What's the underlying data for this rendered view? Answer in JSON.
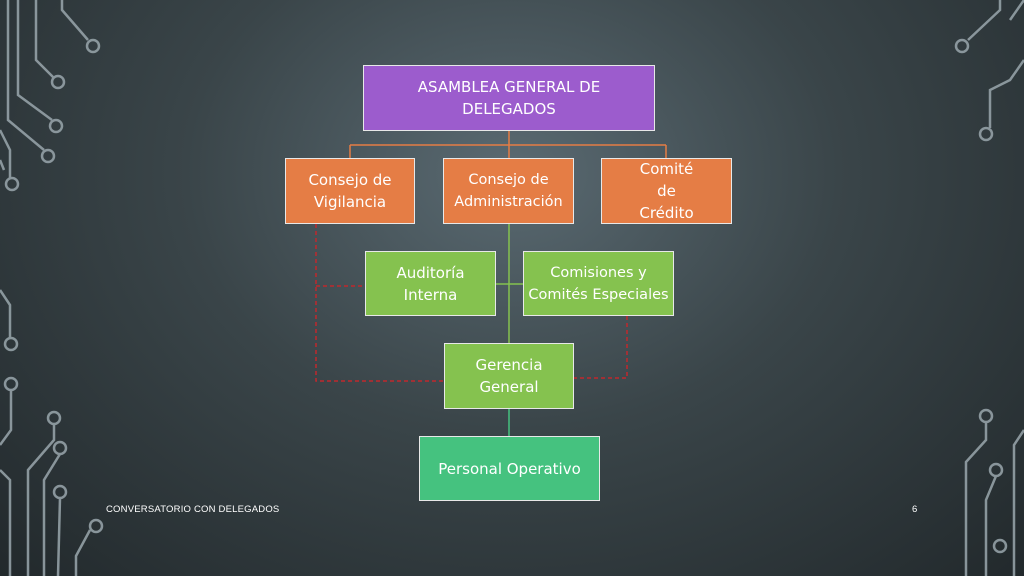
{
  "diagram": {
    "nodes": {
      "asamblea": "ASAMBLEA GENERAL DE DELEGADOS",
      "vigilancia": "Consejo de Vigilancia",
      "administracion": "Consejo de Administración",
      "credito": "Comité de Crédito",
      "auditoria": "Auditoría Interna",
      "comisiones": "Comisiones y Comités Especiales",
      "gerencia": "Gerencia General",
      "personal": "Personal Operativo"
    },
    "colors": {
      "purple": "#9c5ccd",
      "orange": "#e57d45",
      "green": "#85c24f",
      "teal": "#45c27f",
      "solid_line": "#e57d45",
      "green_line": "#85c24f",
      "dashed_line": "#c0282d"
    }
  },
  "footer": {
    "title": "CONVERSATORIO CON DELEGADOS",
    "page_number": "6"
  }
}
